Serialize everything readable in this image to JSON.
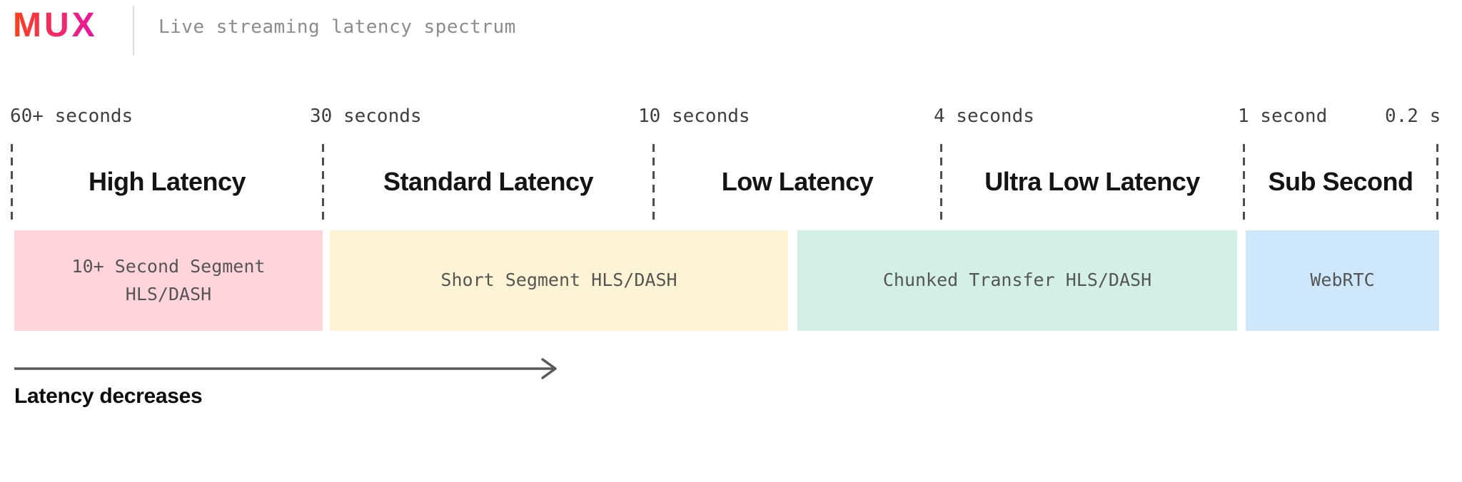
{
  "header": {
    "logo_text": "MUX",
    "logo_gradient": [
      "#fb4119",
      "#f42a68",
      "#eb12a3"
    ],
    "title": "Live streaming latency spectrum"
  },
  "spectrum": {
    "ticks": [
      "60+ seconds",
      "30 seconds",
      "10 seconds",
      "4 seconds",
      "1 second",
      "0.2 s"
    ],
    "zones": [
      "High Latency",
      "Standard Latency",
      "Low Latency",
      "Ultra Low Latency",
      "Sub Second"
    ],
    "bars": [
      {
        "label": "10+ Second Segment HLS/DASH",
        "color": "#ffd5db"
      },
      {
        "label": "Short Segment HLS/DASH",
        "color": "#fef3d4"
      },
      {
        "label": "Chunked Transfer HLS/DASH",
        "color": "#d4efe5"
      },
      {
        "label": "WebRTC",
        "color": "#cfe7fb"
      }
    ]
  },
  "footer": {
    "arrow_label": "Latency decreases",
    "arrow_color": "#595959"
  }
}
